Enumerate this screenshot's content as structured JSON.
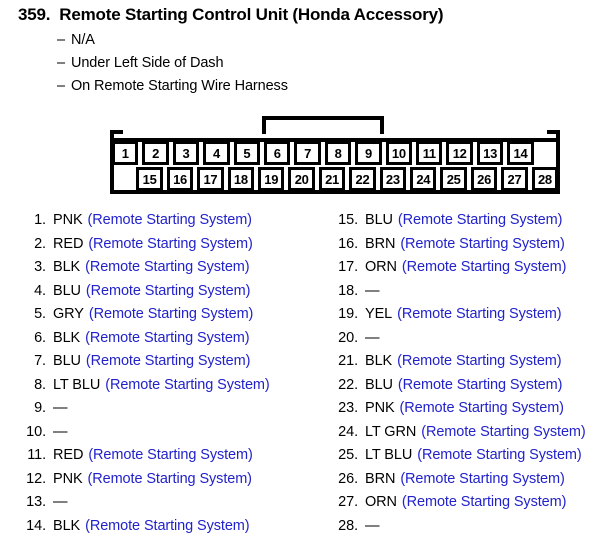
{
  "header": {
    "item_number": "359.",
    "title": "Remote Starting Control Unit (Honda Accessory)",
    "details": [
      {
        "dash": "–",
        "text": "N/A"
      },
      {
        "dash": "–",
        "text": "Under Left Side of Dash"
      },
      {
        "dash": "–",
        "text": "On Remote Starting Wire Harness"
      }
    ]
  },
  "connector": {
    "top_row": [
      "1",
      "2",
      "3",
      "4",
      "5",
      "6",
      "7",
      "8",
      "9",
      "10",
      "11",
      "12",
      "13",
      "14"
    ],
    "bottom_row": [
      "15",
      "16",
      "17",
      "18",
      "19",
      "20",
      "21",
      "22",
      "23",
      "24",
      "25",
      "26",
      "27",
      "28"
    ],
    "tab_spans_pins": "6-9"
  },
  "pin_list_left": [
    {
      "no": "1.",
      "code": "PNK",
      "system": "(Remote Starting System)"
    },
    {
      "no": "2.",
      "code": "RED",
      "system": "(Remote Starting System)"
    },
    {
      "no": "3.",
      "code": "BLK",
      "system": "(Remote Starting System)"
    },
    {
      "no": "4.",
      "code": "BLU",
      "system": "(Remote Starting System)"
    },
    {
      "no": "5.",
      "code": "GRY",
      "system": "(Remote Starting System)"
    },
    {
      "no": "6.",
      "code": "BLK",
      "system": "(Remote Starting System)"
    },
    {
      "no": "7.",
      "code": "BLU",
      "system": "(Remote Starting System)"
    },
    {
      "no": "8.",
      "code": "LT BLU",
      "system": "(Remote Starting System)"
    },
    {
      "no": "9.",
      "code": "—",
      "system": ""
    },
    {
      "no": "10.",
      "code": "—",
      "system": ""
    },
    {
      "no": "11.",
      "code": "RED",
      "system": "(Remote Starting System)"
    },
    {
      "no": "12.",
      "code": "PNK",
      "system": "(Remote Starting System)"
    },
    {
      "no": "13.",
      "code": "—",
      "system": ""
    },
    {
      "no": "14.",
      "code": "BLK",
      "system": "(Remote Starting System)"
    }
  ],
  "pin_list_right": [
    {
      "no": "15.",
      "code": "BLU",
      "system": "(Remote Starting System)"
    },
    {
      "no": "16.",
      "code": "BRN",
      "system": "(Remote Starting System)"
    },
    {
      "no": "17.",
      "code": "ORN",
      "system": "(Remote Starting System)"
    },
    {
      "no": "18.",
      "code": "—",
      "system": ""
    },
    {
      "no": "19.",
      "code": "YEL",
      "system": "(Remote Starting System)"
    },
    {
      "no": "20.",
      "code": "—",
      "system": ""
    },
    {
      "no": "21.",
      "code": "BLK",
      "system": "(Remote Starting System)"
    },
    {
      "no": "22.",
      "code": "BLU",
      "system": "(Remote Starting System)"
    },
    {
      "no": "23.",
      "code": "PNK",
      "system": "(Remote Starting System)"
    },
    {
      "no": "24.",
      "code": "LT GRN",
      "system": "(Remote Starting System)"
    },
    {
      "no": "25.",
      "code": "LT BLU",
      "system": "(Remote Starting System)"
    },
    {
      "no": "26.",
      "code": "BRN",
      "system": "(Remote Starting System)"
    },
    {
      "no": "27.",
      "code": "ORN",
      "system": "(Remote Starting System)"
    },
    {
      "no": "28.",
      "code": "—",
      "system": ""
    }
  ],
  "colors": {
    "system_text": "#2222cc",
    "body_text": "#000000",
    "background": "#ffffff"
  }
}
